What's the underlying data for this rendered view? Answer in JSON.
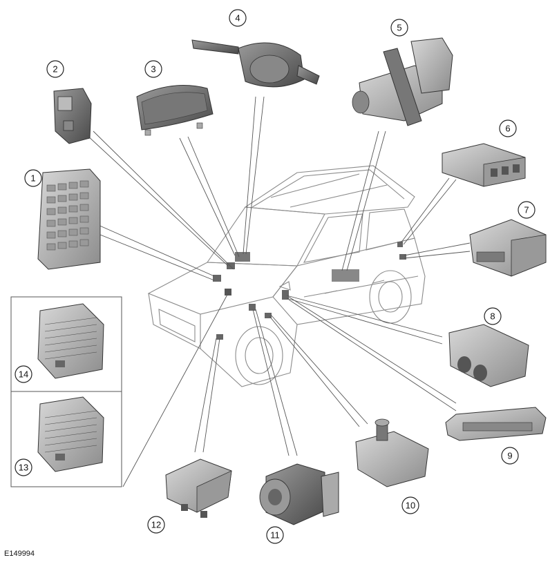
{
  "figure": {
    "reference": "E149994",
    "callouts": [
      {
        "n": "1"
      },
      {
        "n": "2"
      },
      {
        "n": "3"
      },
      {
        "n": "4"
      },
      {
        "n": "5"
      },
      {
        "n": "6"
      },
      {
        "n": "7"
      },
      {
        "n": "8"
      },
      {
        "n": "9"
      },
      {
        "n": "10"
      },
      {
        "n": "11"
      },
      {
        "n": "12"
      },
      {
        "n": "13"
      },
      {
        "n": "14"
      }
    ]
  },
  "colors": {
    "line": "#555555",
    "component_fill": "#bdbdbd",
    "component_dark": "#6e6e6e",
    "car_outline": "#8a8a8a"
  }
}
